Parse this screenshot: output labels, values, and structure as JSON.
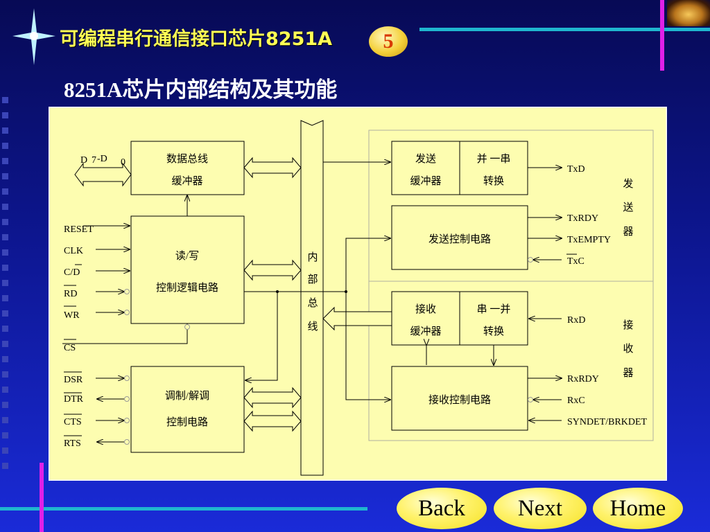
{
  "slide": {
    "title": "可编程串行通信接口芯片8251A",
    "badge": "5",
    "subtitle": "8251A芯片内部结构及其功能"
  },
  "diagram": {
    "blocks": {
      "bus_buffer": [
        "数据总线",
        "缓冲器"
      ],
      "rw_logic": [
        "读/写",
        "控制逻辑电路"
      ],
      "modem": [
        "调制/解调",
        "控制电路"
      ],
      "tx_buffer": [
        "发送",
        "缓冲器"
      ],
      "tx_p2s": [
        "并 一串",
        "转换"
      ],
      "tx_ctrl": "发送控制电路",
      "rx_buffer": [
        "接收",
        "缓冲器"
      ],
      "rx_s2p": [
        "串 一并",
        "转换"
      ],
      "rx_ctrl": "接收控制电路"
    },
    "internal_bus_chars": [
      "内",
      "部",
      "总",
      "线"
    ],
    "data_pins": {
      "d": "D",
      "seven": "7",
      "dash": "-D",
      "zero": "0"
    },
    "left_pins": {
      "reset": "RESET",
      "clk": "CLK",
      "cd": "C/D",
      "rd": "RD",
      "wr": "WR",
      "cs": "CS",
      "dsr": "DSR",
      "dtr": "DTR",
      "cts": "CTS",
      "rts": "RTS"
    },
    "right_pins": {
      "txd": "TxD",
      "txrdy": "TxRDY",
      "txempty": "TxEMPTY",
      "txc": "TxC",
      "rxd": "RxD",
      "rxrdy": "RxRDY",
      "rxc": "RxC",
      "syndet": "SYNDET/BRKDET"
    },
    "tx_group_chars": [
      "发",
      "送",
      "器"
    ],
    "rx_group_chars": [
      "接",
      "收",
      "器"
    ]
  },
  "nav": {
    "back": "Back",
    "next": "Next",
    "home": "Home"
  },
  "colors": {
    "diagram_bg": "#fdfdb0",
    "title": "#ffff55",
    "nav_button": "#fff26a",
    "accent_cyan": "#1fb6cf",
    "accent_magenta": "#e020e8"
  }
}
